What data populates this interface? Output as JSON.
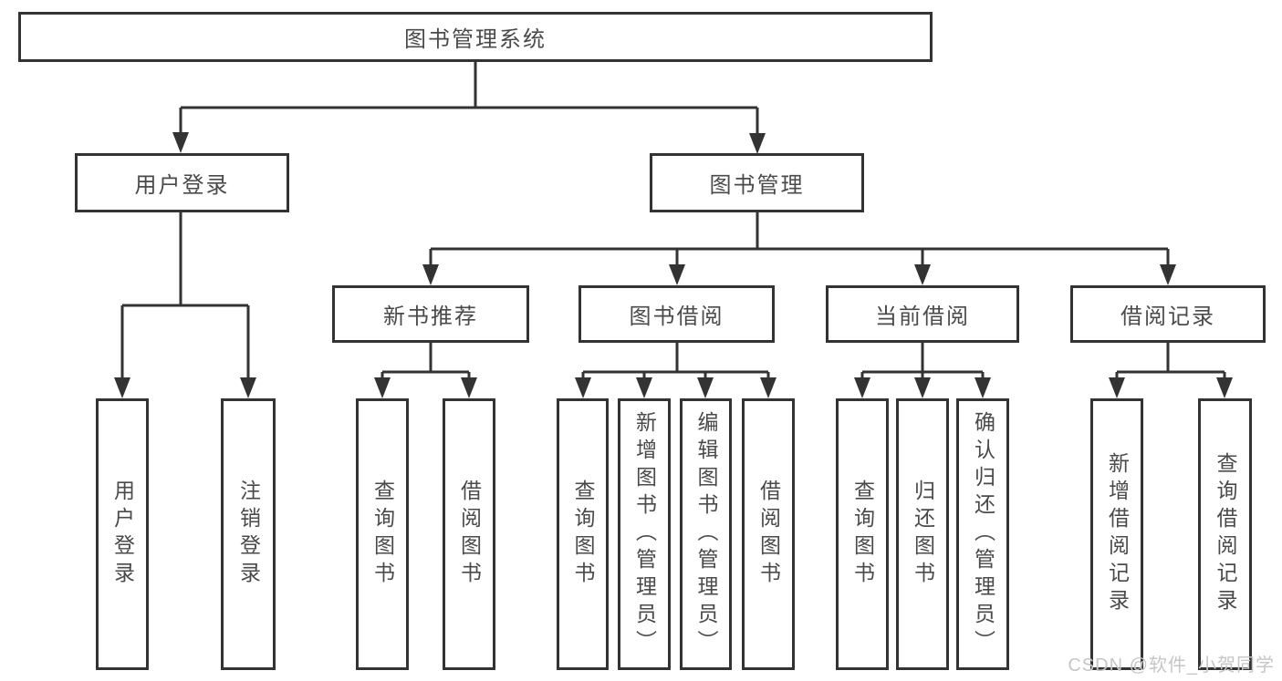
{
  "diagram": {
    "root": {
      "label": "图书管理系统",
      "children": [
        {
          "label": "用户登录",
          "children": [
            {
              "label": "用户登录"
            },
            {
              "label": "注销登录"
            }
          ]
        },
        {
          "label": "图书管理",
          "children": [
            {
              "label": "新书推荐",
              "children": [
                {
                  "label": "查询图书"
                },
                {
                  "label": "借阅图书"
                }
              ]
            },
            {
              "label": "图书借阅",
              "children": [
                {
                  "label": "查询图书"
                },
                {
                  "label": "新增图书（管理员）"
                },
                {
                  "label": "编辑图书（管理员）"
                },
                {
                  "label": "借阅图书"
                }
              ]
            },
            {
              "label": "当前借阅",
              "children": [
                {
                  "label": "查询图书"
                },
                {
                  "label": "归还图书"
                },
                {
                  "label": "确认归还（管理员）"
                }
              ]
            },
            {
              "label": "借阅记录",
              "children": [
                {
                  "label": "新增借阅记录"
                },
                {
                  "label": "查询借阅记录"
                }
              ]
            }
          ]
        }
      ]
    }
  },
  "watermark": {
    "text": "CSDN @软件_小贺同学"
  },
  "colors": {
    "line": "#333333",
    "box_border": "#333333",
    "text": "#4a4a4a",
    "watermark": "#c6c6c6",
    "background": "#ffffff"
  }
}
